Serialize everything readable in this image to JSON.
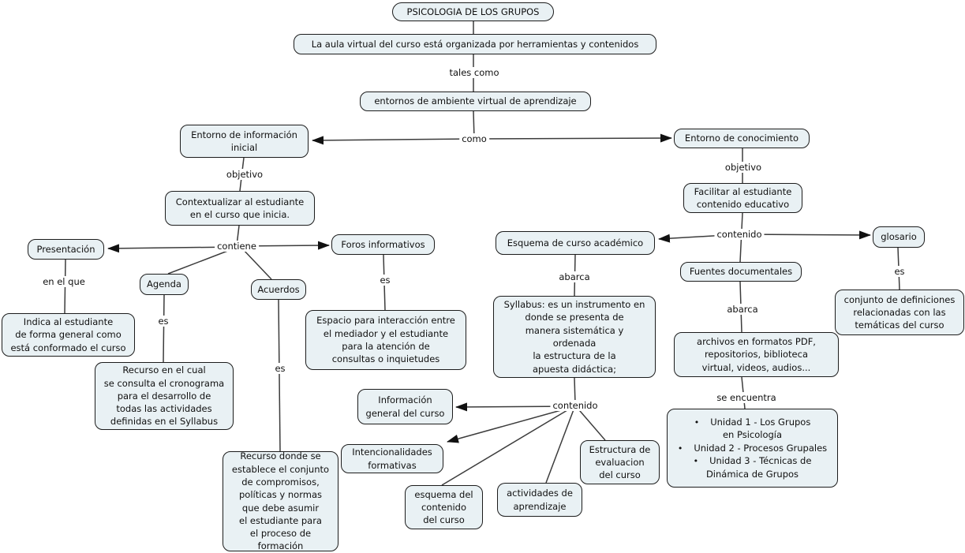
{
  "colors": {
    "node_fill": "#e9f1f4",
    "node_border": "#1c1c1c",
    "line": "#3c3c3c",
    "arrow": "#111111"
  },
  "nodes": {
    "root": "PSICOLOGIA DE LOS GRUPOS",
    "aula": "La aula virtual del curso está organizada por herramientas y contenidos",
    "entornos": "entornos de ambiente virtual de aprendizaje",
    "info_inicial": "Entorno de información\ninicial",
    "conocimiento": "Entorno de conocimiento",
    "contextualizar": "Contextualizar al estudiante\nen el curso que inicia.",
    "facilitar": "Facilitar al estudiante\ncontenido educativo",
    "presentacion": "Presentación",
    "foros": "Foros informativos",
    "agenda": "Agenda",
    "acuerdos": "Acuerdos",
    "esquema_curso": "Esquema de curso académico",
    "glosario": "glosario",
    "fuentes": "Fuentes documentales",
    "indica": "Indica al estudiante\nde forma general como\nestá conformado el curso",
    "espacio": "Espacio para interacción entre\nel mediador y el estudiante\npara la atención de\nconsultas o inquietudes",
    "syllabus": "Syllabus: es un instrumento en\ndonde se presenta de\nmanera sistemática y\nordenada\nla estructura de la\napuesta didáctica;",
    "conjunto": "conjunto de definiciones\nrelacionadas con las\ntemáticas del curso",
    "archivos": "archivos en formatos PDF,\nrepositorios, biblioteca\nvirtual, videos, audios...",
    "recurso_cronograma": "Recurso en el cual\nse consulta el cronograma\npara el desarrollo de\ntodas las actividades\ndefinidas en el Syllabus",
    "recurso_compromisos": "Recurso donde se\nestablece el conjunto\nde compromisos,\npolíticas y normas\nque debe asumir\nel estudiante para\nel proceso de\nformación",
    "info_general": "Información\ngeneral del curso",
    "intencionalidades": "Intencionalidades\nformativas",
    "esquema_contenido": "esquema del\ncontenido\ndel curso",
    "actividades": "actividades de\naprendizaje",
    "estructura_eval": "Estructura de\nevaluacion\ndel curso",
    "unidades": {
      "items": [
        "Unidad 1 - Los Grupos\nen Psicología",
        "Unidad 2 - Procesos Grupales",
        "Unidad 3 - Técnicas de\nDinámica de Grupos"
      ]
    }
  },
  "links": {
    "tales_como": "tales como",
    "como": "como",
    "objetivo_izq": "objetivo",
    "objetivo_der": "objetivo",
    "contiene": "contiene",
    "en_el_que": "en el que",
    "es_agenda": "es",
    "es_acuerdos": "es",
    "es_foros": "es",
    "es_glosario": "es",
    "contenido_sup": "contenido",
    "contenido_inf": "contenido",
    "abarca_izq": "abarca",
    "abarca_der": "abarca",
    "se_encuentra": "se encuentra"
  }
}
